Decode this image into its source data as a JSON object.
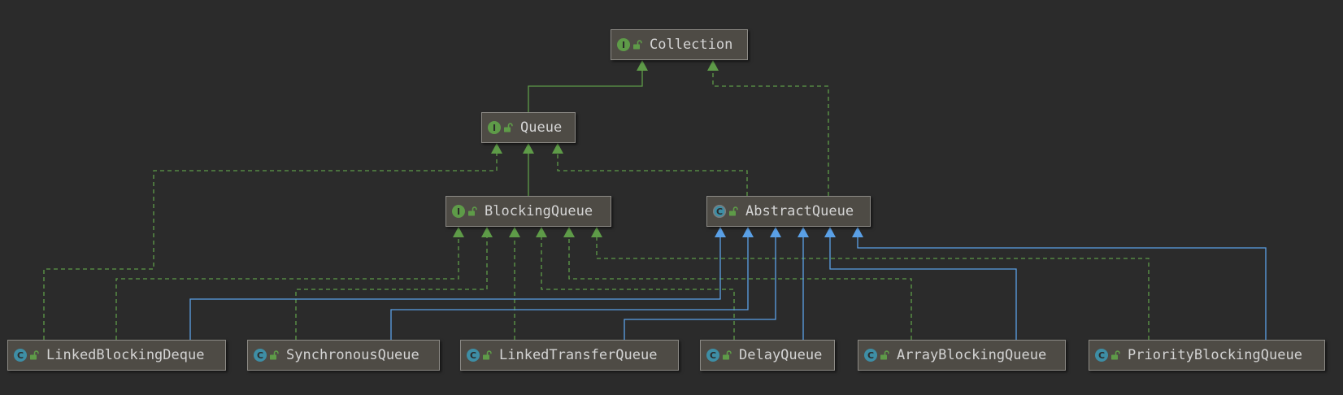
{
  "colors": {
    "background": "#2b2b2b",
    "implements_edge": "#5e9b48",
    "extends_interface_edge": "#5e9b48",
    "extends_class_edge": "#5aa0e6",
    "interface_icon": "#5e9b48",
    "class_icon": "#3e8ea5"
  },
  "nodes": {
    "collection": {
      "name": "Collection",
      "kind": "interface",
      "kind_letter": "I",
      "icon": "unlock-icon"
    },
    "queue": {
      "name": "Queue",
      "kind": "interface",
      "kind_letter": "I",
      "icon": "unlock-icon"
    },
    "blocking_queue": {
      "name": "BlockingQueue",
      "kind": "interface",
      "kind_letter": "I",
      "icon": "unlock-icon"
    },
    "abstract_queue": {
      "name": "AbstractQueue",
      "kind": "abstract-class",
      "kind_letter": "C",
      "icon": "unlock-icon"
    },
    "linked_blocking_deque": {
      "name": "LinkedBlockingDeque",
      "kind": "class",
      "kind_letter": "C",
      "icon": "unlock-icon"
    },
    "synchronous_queue": {
      "name": "SynchronousQueue",
      "kind": "class",
      "kind_letter": "C",
      "icon": "unlock-icon"
    },
    "linked_transfer_queue": {
      "name": "LinkedTransferQueue",
      "kind": "class",
      "kind_letter": "C",
      "icon": "unlock-icon"
    },
    "delay_queue": {
      "name": "DelayQueue",
      "kind": "class",
      "kind_letter": "C",
      "icon": "unlock-icon"
    },
    "array_blocking_queue": {
      "name": "ArrayBlockingQueue",
      "kind": "class",
      "kind_letter": "C",
      "icon": "unlock-icon"
    },
    "priority_blocking_queue": {
      "name": "PriorityBlockingQueue",
      "kind": "class",
      "kind_letter": "C",
      "icon": "unlock-icon"
    }
  },
  "edges": [
    {
      "from": "queue",
      "to": "collection",
      "type": "extends-interface"
    },
    {
      "from": "abstract_queue",
      "to": "collection",
      "type": "implements"
    },
    {
      "from": "blocking_queue",
      "to": "queue",
      "type": "extends-interface"
    },
    {
      "from": "abstract_queue",
      "to": "queue",
      "type": "implements"
    },
    {
      "from": "linked_blocking_deque",
      "to": "queue",
      "type": "implements"
    },
    {
      "from": "linked_blocking_deque",
      "to": "blocking_queue",
      "type": "implements"
    },
    {
      "from": "synchronous_queue",
      "to": "blocking_queue",
      "type": "implements"
    },
    {
      "from": "linked_transfer_queue",
      "to": "blocking_queue",
      "type": "implements"
    },
    {
      "from": "delay_queue",
      "to": "blocking_queue",
      "type": "implements"
    },
    {
      "from": "array_blocking_queue",
      "to": "blocking_queue",
      "type": "implements"
    },
    {
      "from": "priority_blocking_queue",
      "to": "blocking_queue",
      "type": "implements"
    },
    {
      "from": "linked_blocking_deque",
      "to": "abstract_queue",
      "type": "extends-class"
    },
    {
      "from": "synchronous_queue",
      "to": "abstract_queue",
      "type": "extends-class"
    },
    {
      "from": "linked_transfer_queue",
      "to": "abstract_queue",
      "type": "extends-class"
    },
    {
      "from": "delay_queue",
      "to": "abstract_queue",
      "type": "extends-class"
    },
    {
      "from": "array_blocking_queue",
      "to": "abstract_queue",
      "type": "extends-class"
    },
    {
      "from": "priority_blocking_queue",
      "to": "abstract_queue",
      "type": "extends-class"
    }
  ]
}
